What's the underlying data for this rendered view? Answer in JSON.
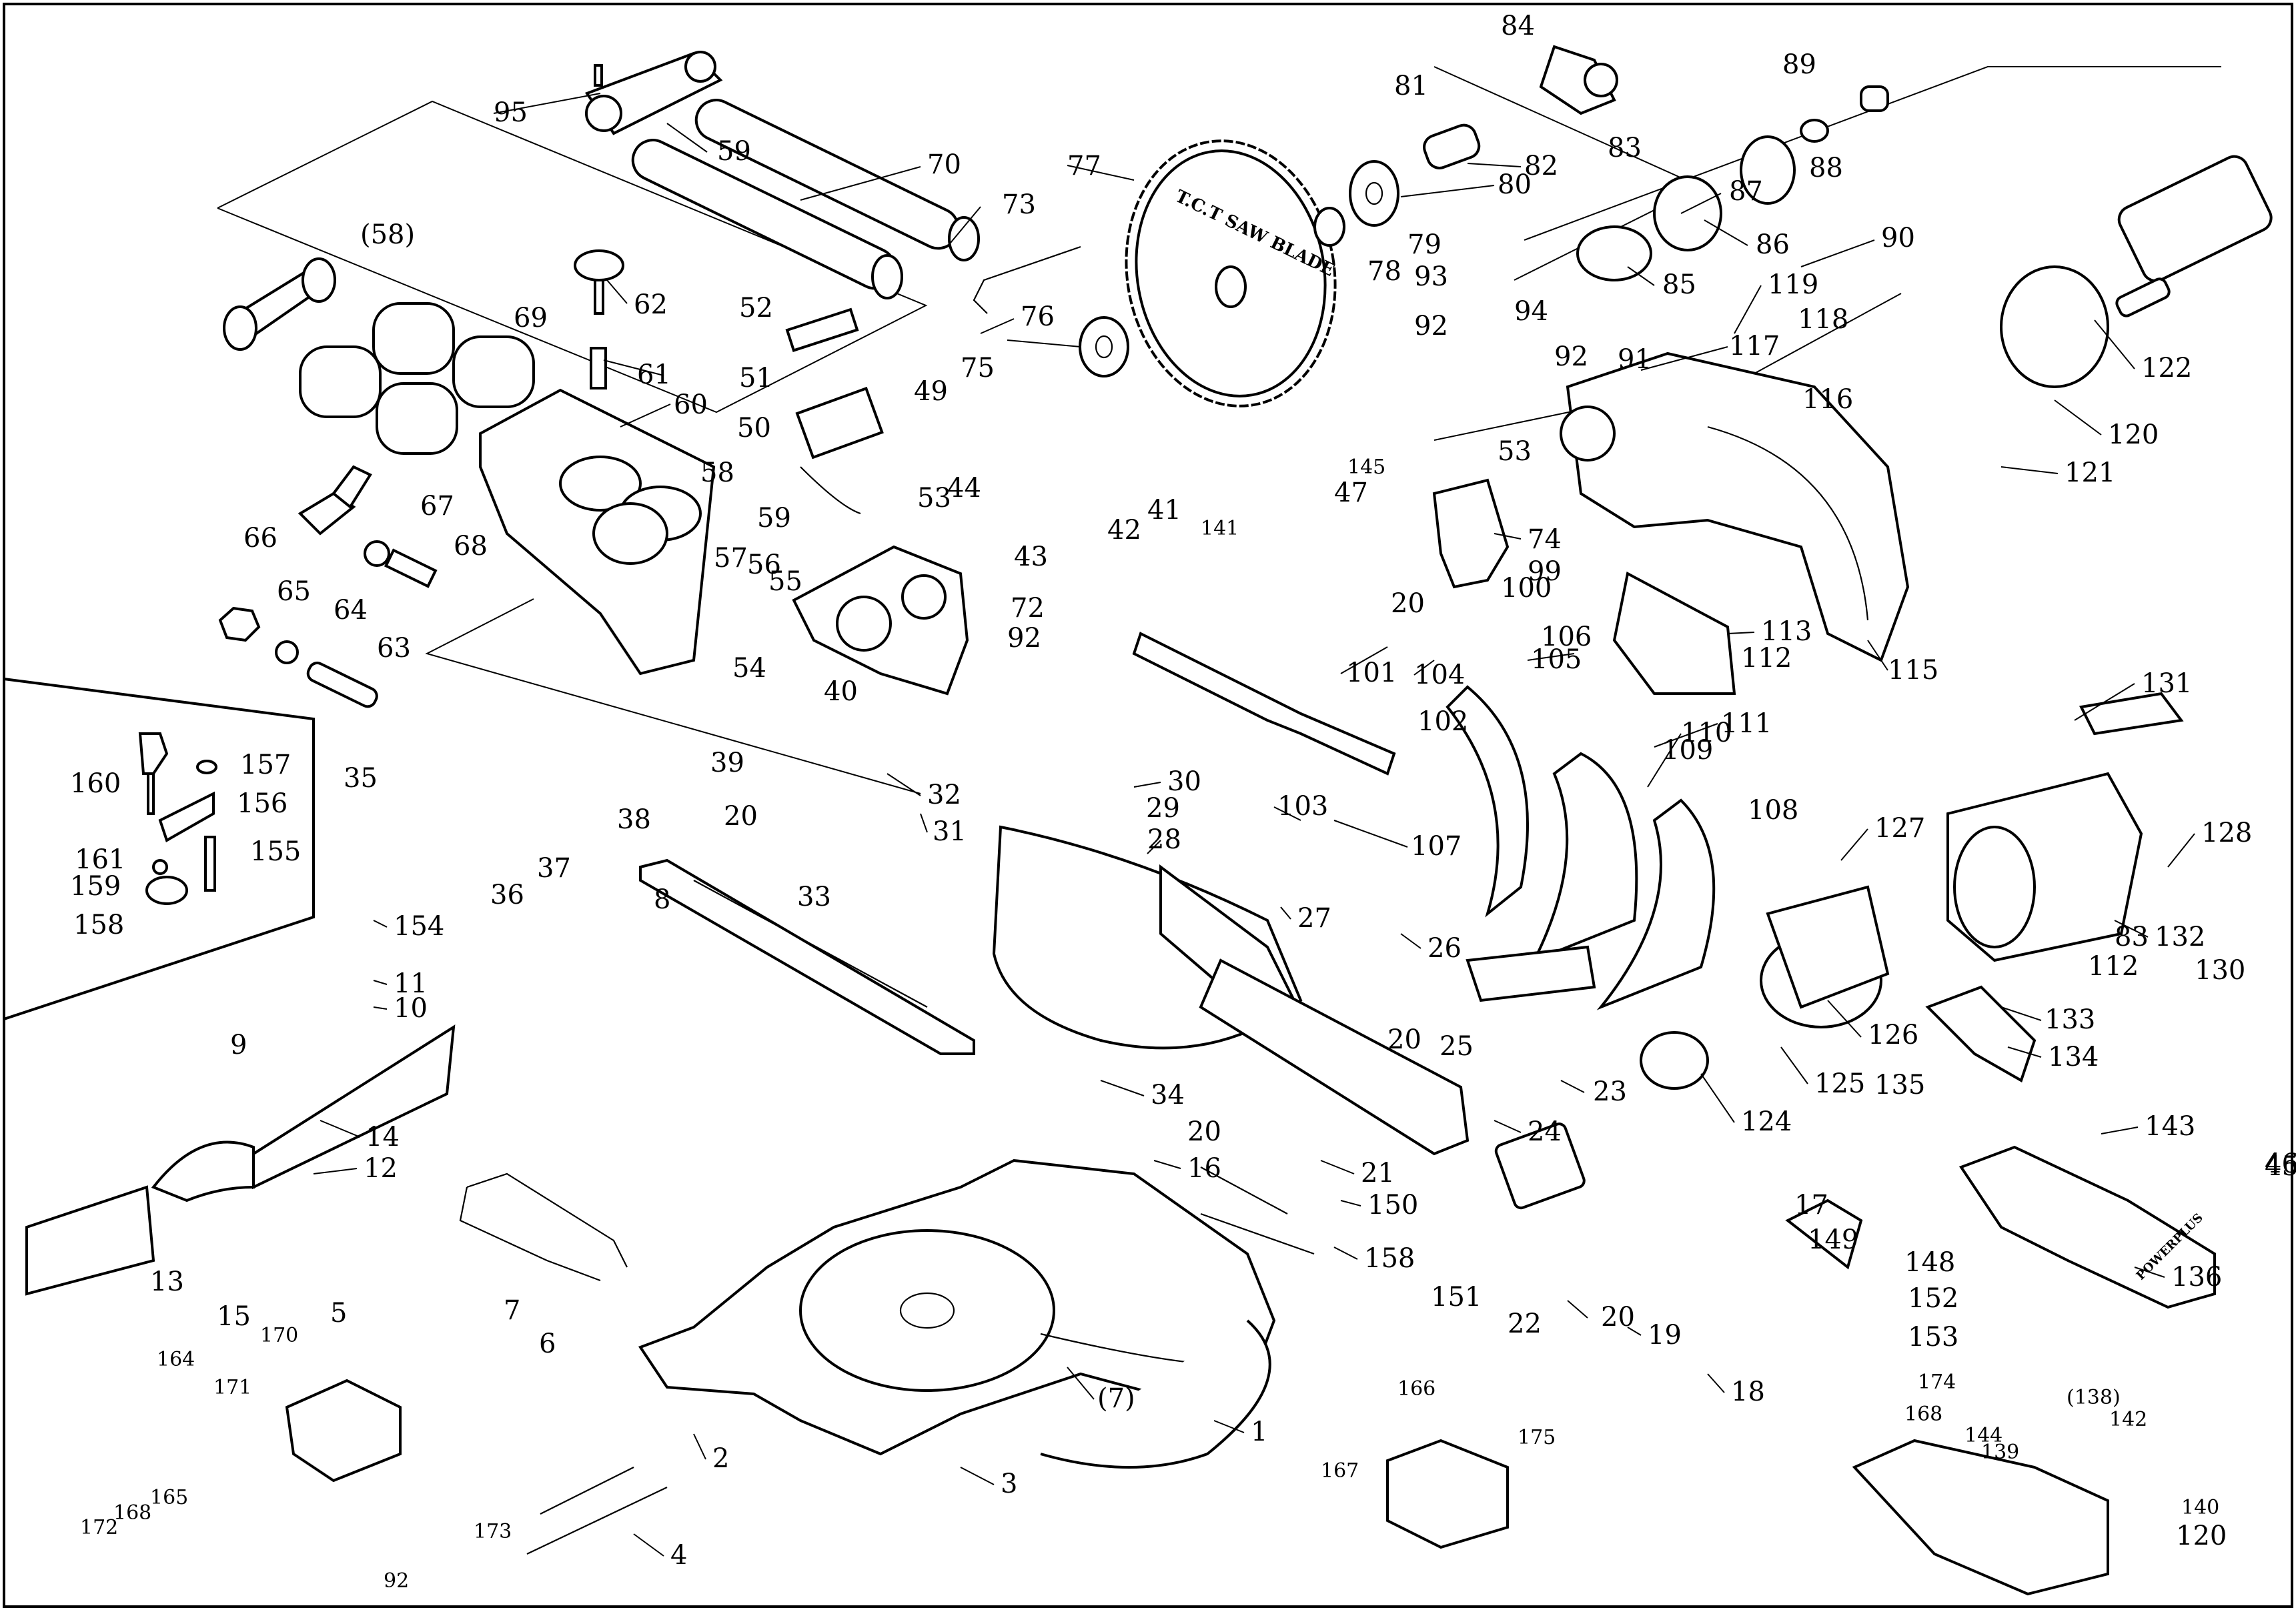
{
  "diagram": {
    "blade_text": "T.C.T SAW BLADE",
    "handle_text": "POWERPLUS",
    "labels": [
      "95",
      "59",
      "70",
      "(58)",
      "62",
      "69",
      "61",
      "60",
      "58",
      "66",
      "67",
      "68",
      "59",
      "65",
      "64",
      "63",
      "57",
      "56",
      "55",
      "54",
      "53",
      "52",
      "51",
      "50",
      "49",
      "44",
      "43",
      "42",
      "41",
      "40",
      "72",
      "92",
      "73",
      "75",
      "76",
      "77",
      "84",
      "81",
      "83",
      "82",
      "80",
      "79",
      "78",
      "89",
      "88",
      "87",
      "86",
      "85",
      "90",
      "93",
      "94",
      "92",
      "92",
      "119",
      "117",
      "118",
      "116",
      "91",
      "53",
      "122",
      "120",
      "121",
      "74",
      "20",
      "99",
      "100",
      "106",
      "113",
      "112",
      "115",
      "101",
      "104",
      "105",
      "102",
      "103",
      "107",
      "111",
      "110",
      "109",
      "108",
      "131",
      "127",
      "128",
      "132",
      "83",
      "112",
      "130",
      "126",
      "125",
      "124",
      "133",
      "134",
      "135",
      "143",
      "136",
      "160",
      "157",
      "156",
      "161",
      "155",
      "159",
      "158",
      "35",
      "38",
      "37",
      "36",
      "39",
      "32",
      "31",
      "30",
      "29",
      "28",
      "20",
      "33",
      "8",
      "27",
      "26",
      "20",
      "25",
      "23",
      "24",
      "34",
      "20",
      "21",
      "150",
      "158",
      "151",
      "22",
      "20",
      "19",
      "18",
      "17",
      "149",
      "148",
      "152",
      "153",
      "154",
      "11",
      "10",
      "9",
      "14",
      "12",
      "13",
      "15",
      "16",
      "7",
      "6",
      "(7)",
      "2",
      "3",
      "1",
      "4",
      "5",
      "164",
      "170",
      "171",
      "173",
      "92",
      "172",
      "168",
      "165",
      "166",
      "167",
      "175",
      "174",
      "168",
      "(138)",
      "142",
      "144",
      "139",
      "140",
      "120",
      "141",
      "145",
      "47",
      "46",
      "45",
      "12",
      "13",
      "1"
    ]
  }
}
